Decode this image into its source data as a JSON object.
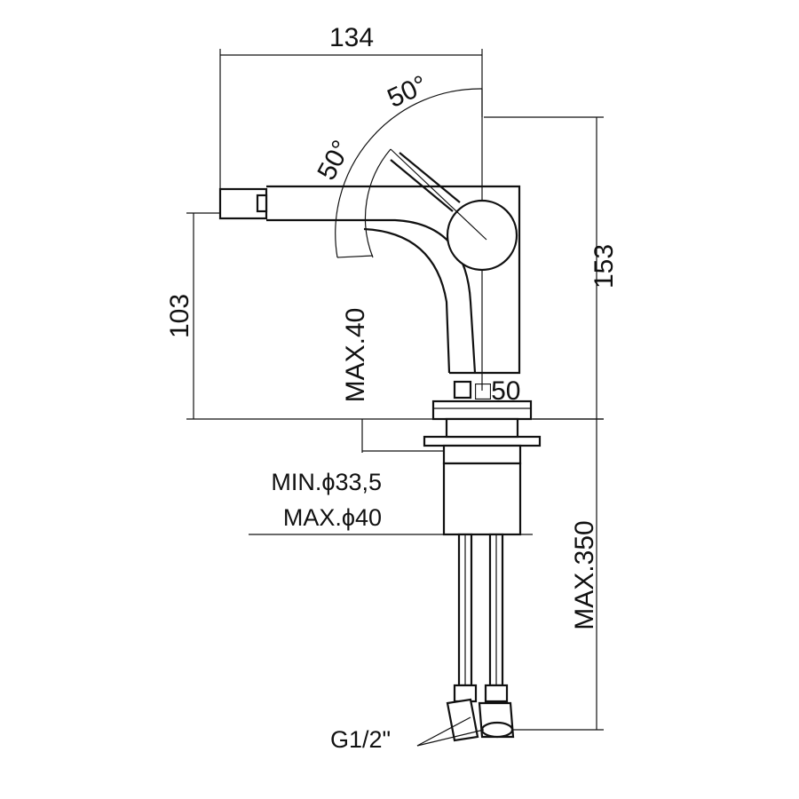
{
  "dimensions": {
    "overall_width": "134",
    "overall_height": "153",
    "spout_height": "103",
    "deck_thickness_max": "MAX.40",
    "base_square": "□50",
    "hole_min": "MIN.ϕ33,5",
    "hole_max": "MAX.ϕ40",
    "hose_length_max": "MAX.350",
    "connection_thread": "G1/2\"",
    "lever_angle_upper": "50°",
    "lever_angle_lower": "50°"
  }
}
